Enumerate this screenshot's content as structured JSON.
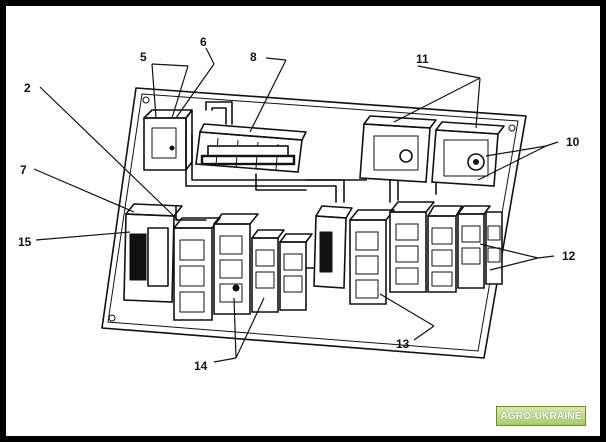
{
  "callouts": {
    "c2": "2",
    "c5": "5",
    "c6": "6",
    "c7": "7",
    "c8": "8",
    "c10": "10",
    "c11": "11",
    "c12": "12",
    "c13": "13",
    "c14": "14",
    "c15": "15"
  },
  "watermark": "AGRO-UKRAINE"
}
